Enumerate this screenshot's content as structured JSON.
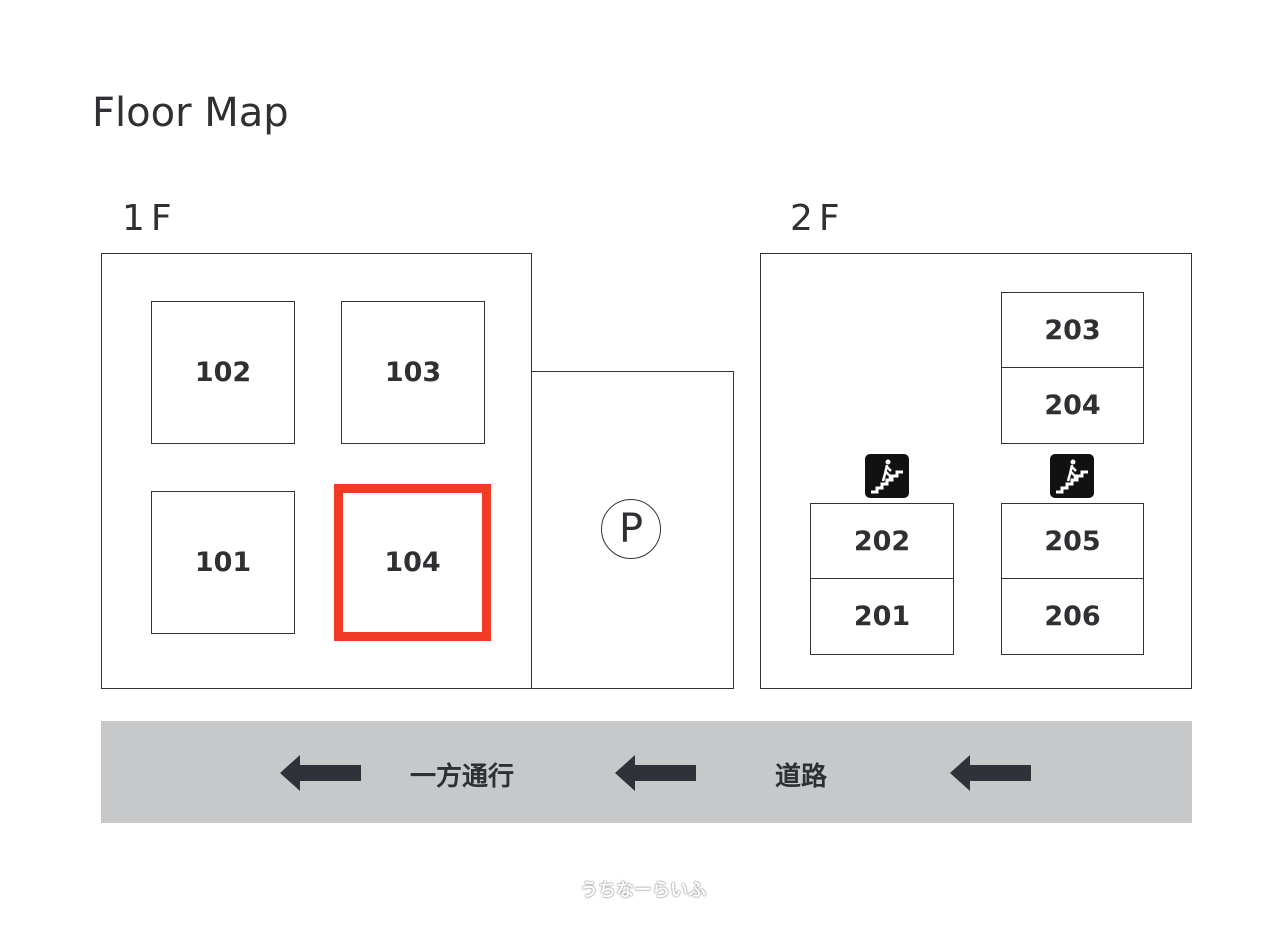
{
  "title": "Floor Map",
  "floor1": {
    "label": "1F",
    "rooms": [
      "102",
      "103",
      "101",
      "104"
    ],
    "highlighted_room": "104",
    "parking": "P"
  },
  "floor2": {
    "label": "2F",
    "rooms": [
      "203",
      "204",
      "202",
      "201",
      "205",
      "206"
    ]
  },
  "road": {
    "one_way": "一方通行",
    "road": "道路"
  },
  "watermark": "うちなーらいふ",
  "colors": {
    "highlight": "#f03c24",
    "road": "#c6c8ca"
  }
}
